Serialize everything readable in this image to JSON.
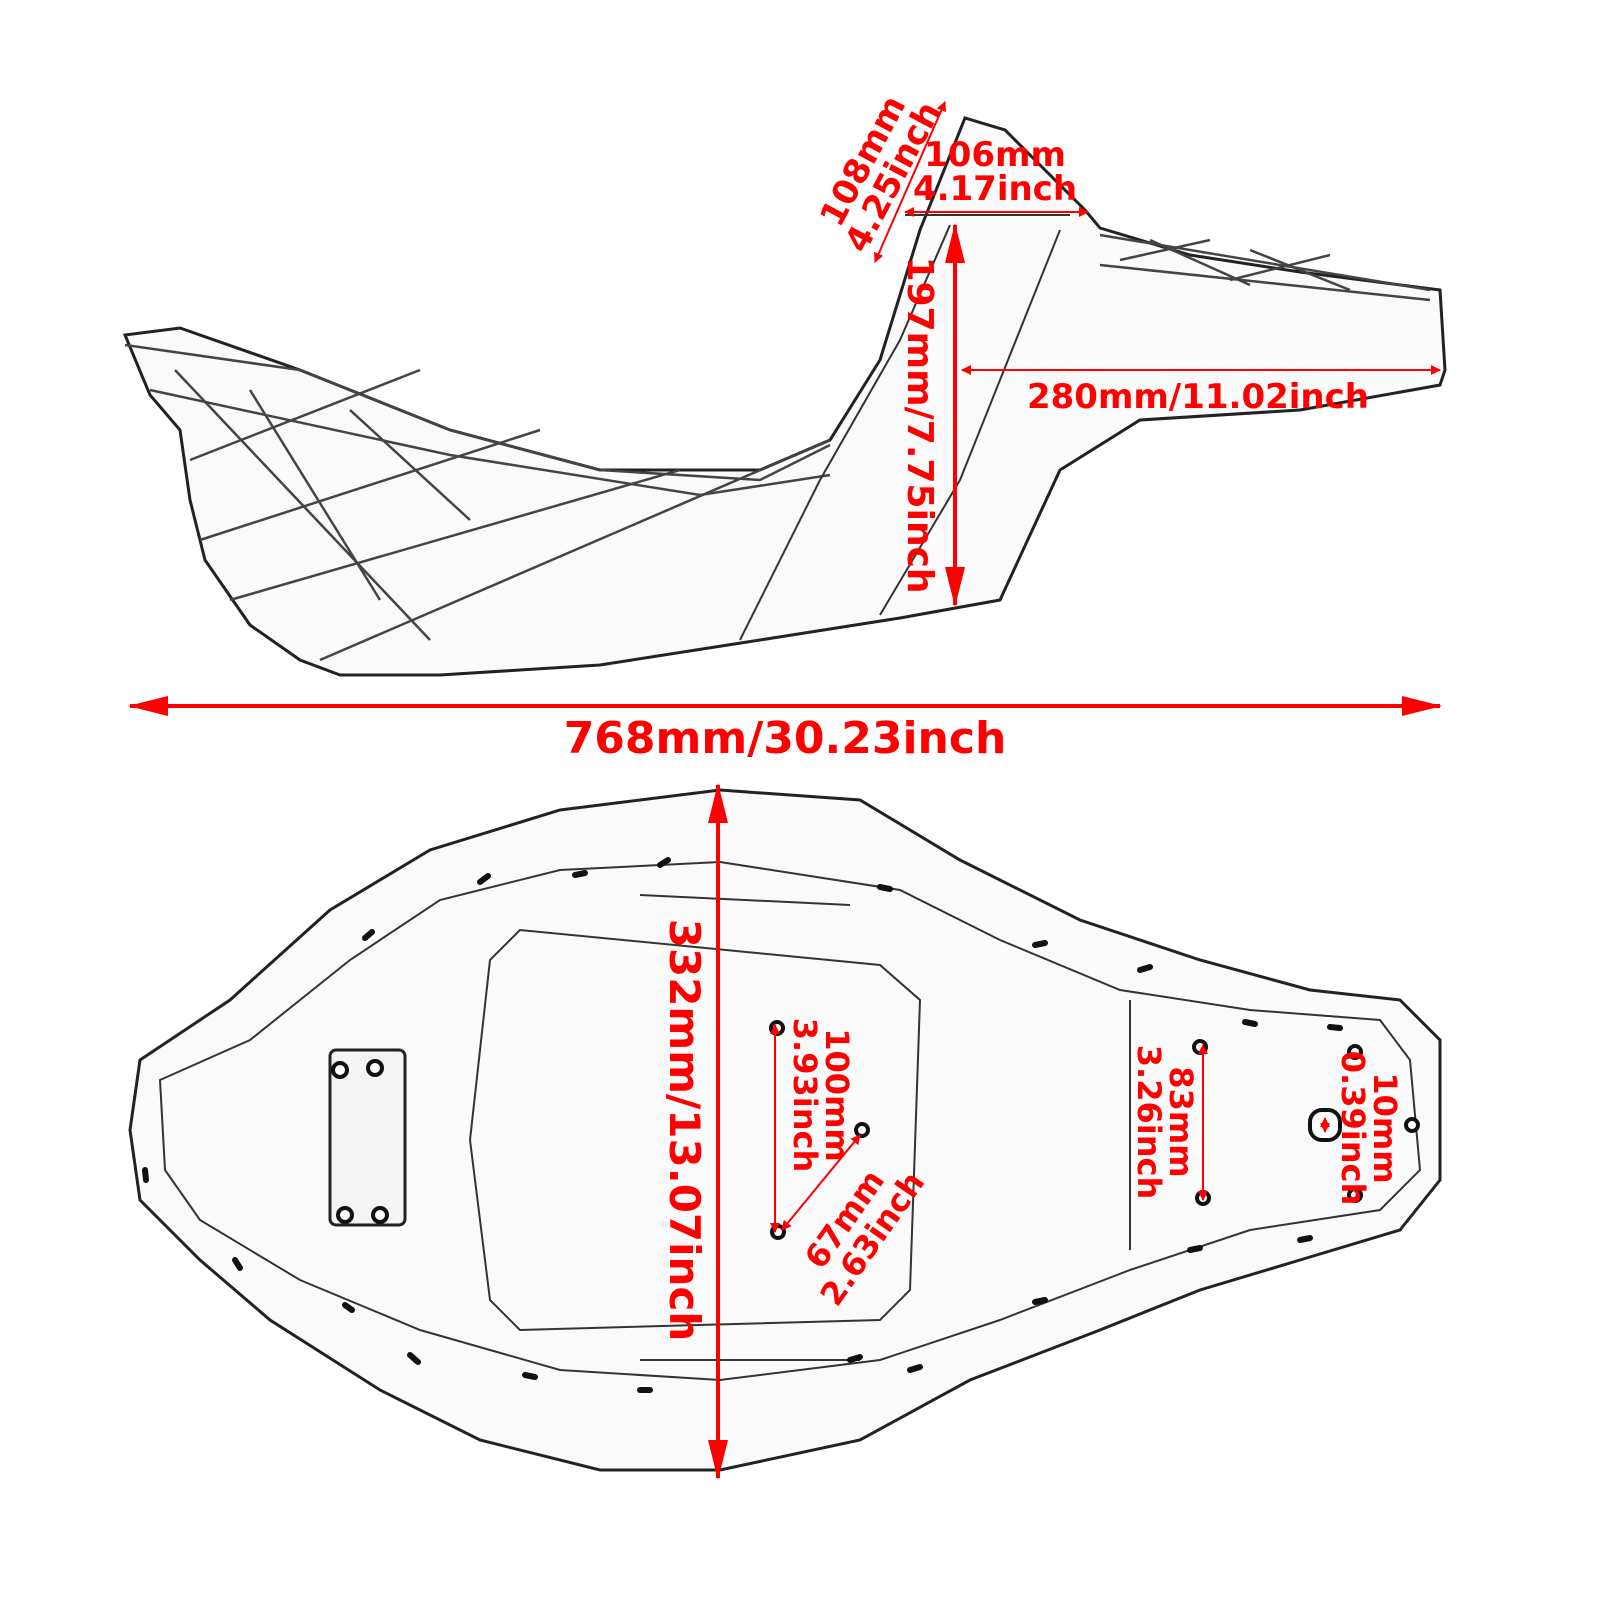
{
  "colors": {
    "dimension": "#ff0000",
    "drawing": "#222222",
    "background": "#ffffff"
  },
  "side_view": {
    "backrest_height": {
      "mm": "108mm",
      "inch": "4.25inch"
    },
    "backrest_width": {
      "mm": "106mm",
      "inch": "4.17inch"
    },
    "rear_height": {
      "text": "197mm/7.75inch"
    },
    "rear_length": {
      "text": "280mm/11.02inch"
    }
  },
  "overall_length": {
    "text": "768mm/30.23inch"
  },
  "bottom_view": {
    "overall_width": {
      "text": "332mm/13.07inch"
    },
    "front_mount_spacing": {
      "mm": "100mm",
      "inch": "3.93inch"
    },
    "diagonal_mount_spacing": {
      "mm": "67mm",
      "inch": "2.63inch"
    },
    "rear_mount_spacing": {
      "mm": "83mm",
      "inch": "3.26inch"
    },
    "slot_width": {
      "mm": "10mm",
      "inch": "0.39inch"
    }
  }
}
